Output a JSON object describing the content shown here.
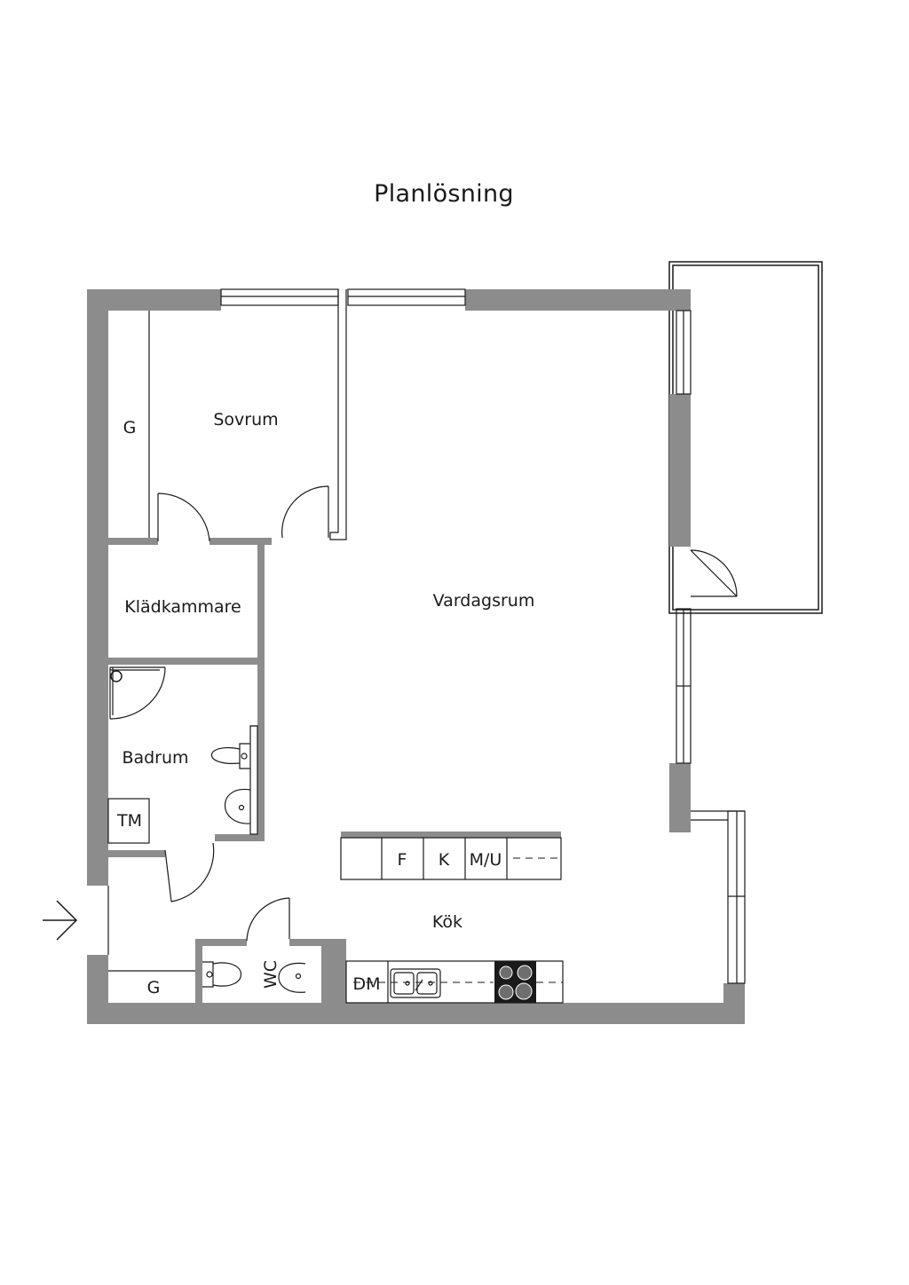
{
  "title": "Planlösning",
  "colors": {
    "wall": "#8c8c8c",
    "line": "#1a1a1a",
    "background": "#ffffff"
  },
  "rooms": {
    "sovrum": "Sovrum",
    "vardagsrum": "Vardagsrum",
    "kladkammare": "Klädkammare",
    "badrum": "Badrum",
    "kok": "Kök",
    "wc": "WC"
  },
  "fixtures": {
    "closet_top": "G",
    "closet_bottom": "G",
    "tm": "TM",
    "f": "F",
    "k": "K",
    "mu": "M/U",
    "dm": "DM"
  },
  "icons": {
    "entrance": "arrow-right-icon"
  }
}
